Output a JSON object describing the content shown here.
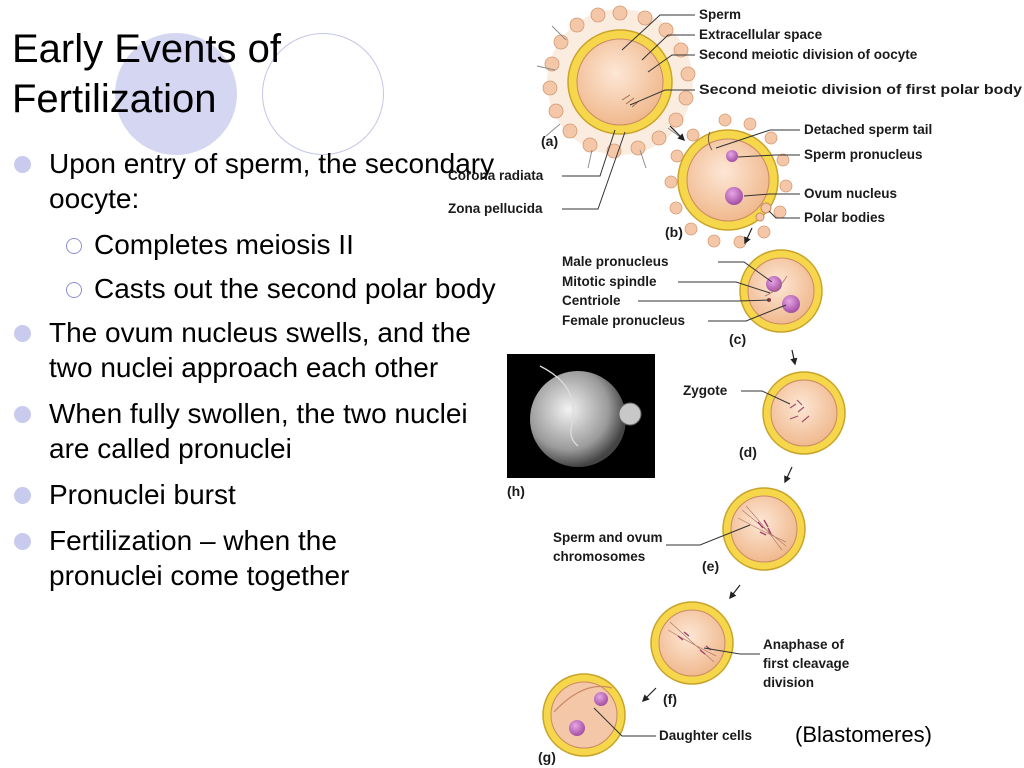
{
  "slide": {
    "title_line1": "Early Events of",
    "title_line2": "Fertilization",
    "bullets": [
      "Upon entry of sperm, the secondary oocyte:",
      "The ovum nucleus swells, and the two nuclei approach each other",
      "When fully swollen, the two nuclei are called pronuclei",
      "Pronuclei burst",
      "Fertilization – when the pronuclei come together"
    ],
    "sub_bullets": [
      "Completes meiosis II",
      "Casts out the second polar body"
    ]
  },
  "figure": {
    "labels": {
      "sperm": "Sperm",
      "extracellular_space": "Extracellular space",
      "second_meiotic_oocyte": "Second meiotic division of oocyte",
      "second_meiotic_polar": "Second meiotic division of first polar body",
      "corona_radiata": "Corona radiata",
      "zona_pellucida": "Zona pellucida",
      "detached_sperm_tail": "Detached sperm tail",
      "sperm_pronucleus": "Sperm pronucleus",
      "ovum_nucleus": "Ovum nucleus",
      "polar_bodies": "Polar bodies",
      "male_pronucleus": "Male pronucleus",
      "mitotic_spindle": "Mitotic spindle",
      "centriole": "Centriole",
      "female_pronucleus": "Female pronucleus",
      "zygote": "Zygote",
      "sperm_ovum_chrom_1": "Sperm and ovum",
      "sperm_ovum_chrom_2": "chromosomes",
      "anaphase_1": "Anaphase of",
      "anaphase_2": "first cleavage",
      "anaphase_3": "division",
      "daughter_cells": "Daughter cells"
    },
    "panels": [
      "(a)",
      "(b)",
      "(c)",
      "(d)",
      "(e)",
      "(f)",
      "(g)",
      "(h)"
    ],
    "blastomeres": "(Blastomeres)"
  }
}
